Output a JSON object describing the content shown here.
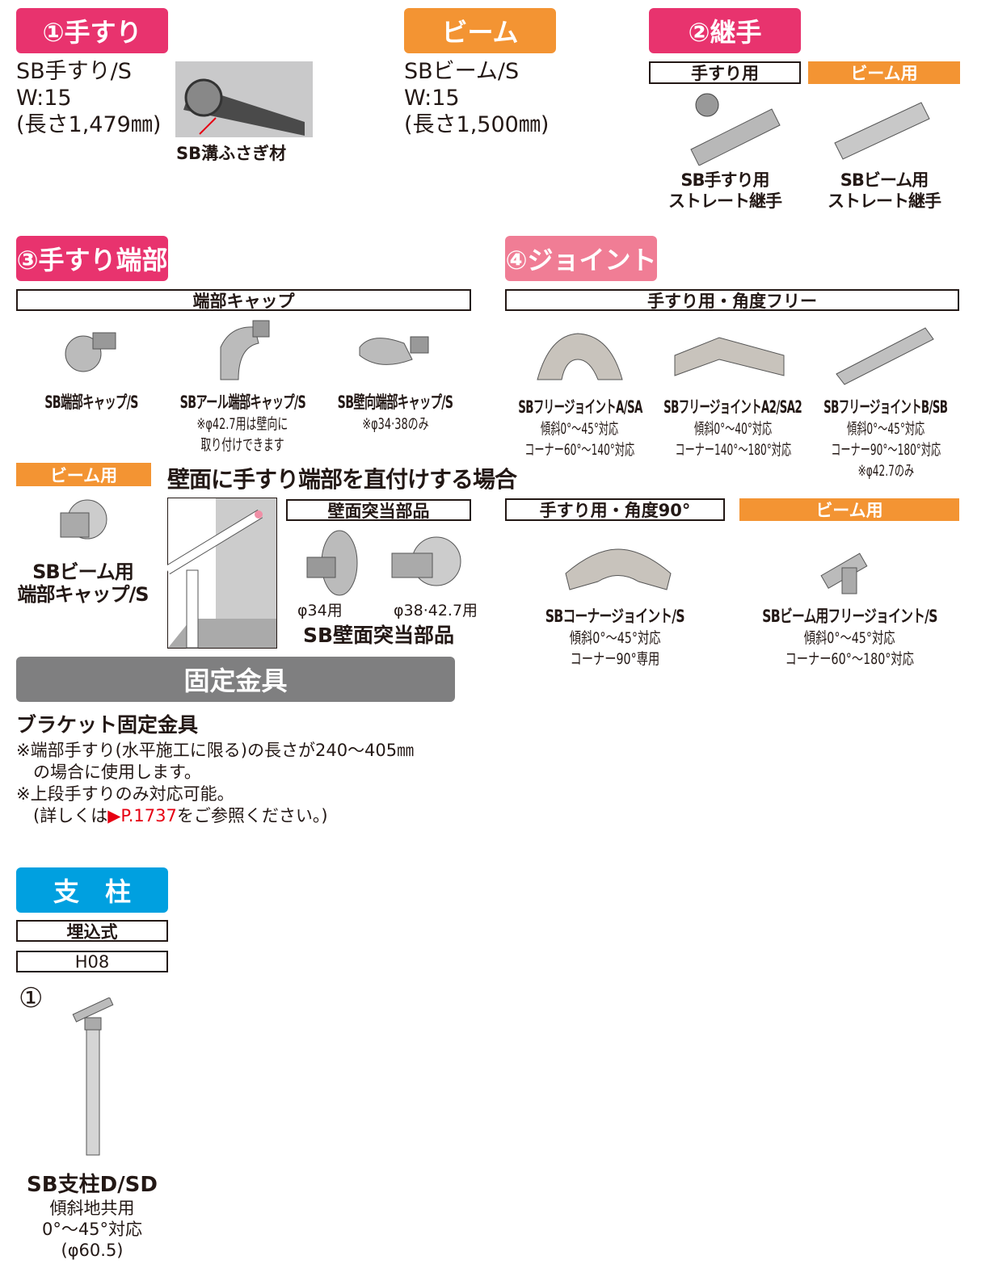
{
  "colors": {
    "pink": "#e8336e",
    "light_pink": "#f07d95",
    "orange": "#f39433",
    "gray": "#7f7f80",
    "blue": "#00a0e0",
    "link": "#e60012"
  },
  "s1": {
    "header": "①手すり",
    "lines": [
      "SB手すり/S",
      "W:15",
      "(長さ1,479㎜)"
    ],
    "callout": "SB溝ふさぎ材"
  },
  "beam": {
    "header": "ビーム",
    "lines": [
      "SBビーム/S",
      "W:15",
      "(長さ1,500㎜)"
    ]
  },
  "s2": {
    "header": "②継手",
    "tag_handrail": "手すり用",
    "tag_beam": "ビーム用",
    "item1": [
      "SB手すり用",
      "ストレート継手"
    ],
    "item2": [
      "SBビーム用",
      "ストレート継手"
    ]
  },
  "s3": {
    "header": "③手すり端部",
    "cap_box": "端部キャップ",
    "items": [
      {
        "name": "SB端部キャップ/S"
      },
      {
        "name": "SBアール端部キャップ/S",
        "notes": [
          "※φ42.7用は壁向に",
          "取り付けできます"
        ]
      },
      {
        "name": "SB壁向端部キャップ/S",
        "notes": [
          "※φ34·38のみ"
        ]
      }
    ],
    "beam_tag": "ビーム用",
    "beam_item": [
      "SBビーム用",
      "端部キャップ/S"
    ],
    "wall_title": "壁面に手すり端部を直付けする場合",
    "wall_box": "壁面突当部品",
    "wall_labels": [
      "φ34用",
      "φ38·42.7用"
    ],
    "wall_item": "SB壁面突当部品"
  },
  "s4": {
    "header": "④ジョイント",
    "free_box": "手すり用・角度フリー",
    "items": [
      {
        "name": "SBフリージョイントA/SA",
        "notes": [
          "傾斜0°～45°対応",
          "コーナー60°～140°対応"
        ]
      },
      {
        "name": "SBフリージョイントA2/SA2",
        "notes": [
          "傾斜0°～40°対応",
          "コーナー140°～180°対応"
        ]
      },
      {
        "name": "SBフリージョイントB/SB",
        "notes": [
          "傾斜0°～45°対応",
          "コーナー90°～180°対応",
          "※φ42.7のみ"
        ]
      }
    ],
    "box90": "手すり用・角度90°",
    "beam_tag": "ビーム用",
    "items2": [
      {
        "name": "SBコーナージョイント/S",
        "notes": [
          "傾斜0°～45°対応",
          "コーナー90°専用"
        ]
      },
      {
        "name": "SBビーム用フリージョイント/S",
        "notes": [
          "傾斜0°～45°対応",
          "コーナー60°～180°対応"
        ]
      }
    ]
  },
  "fix": {
    "header": "固定金具",
    "title": "ブラケット固定金具",
    "notes": [
      "※端部手すり(水平施工に限る)の長さが240～405㎜",
      "　の場合に使用します。",
      "※上段手すりのみ対応可能。"
    ],
    "ref_pre": "　(詳しくは",
    "ref_arrow": "▶",
    "ref_link": "P.1737",
    "ref_post": "をご参照ください。)"
  },
  "post": {
    "header": "支　柱",
    "box1": "埋込式",
    "box2": "H08",
    "number": "①",
    "name": "SB支柱D/SD",
    "notes": [
      "傾斜地共用",
      "0°～45°対応",
      "(φ60.5)"
    ]
  }
}
